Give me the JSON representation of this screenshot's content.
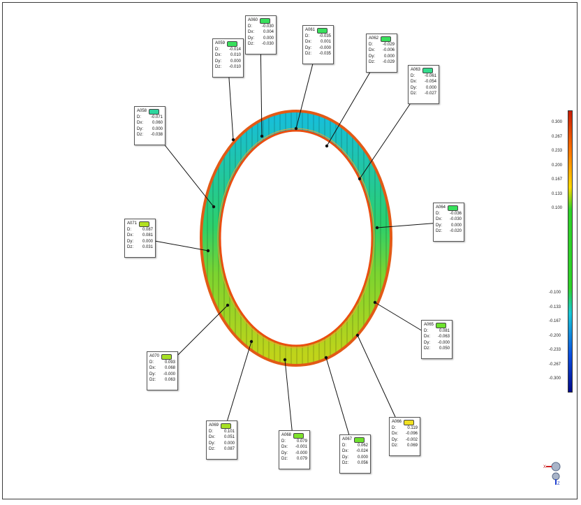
{
  "scale": {
    "positive_ticks": [
      "0.300",
      "0.267",
      "0.233",
      "0.200",
      "0.167",
      "0.133",
      "0.100"
    ],
    "negative_ticks": [
      "-0.100",
      "-0.133",
      "-0.167",
      "-0.200",
      "-0.233",
      "-0.267",
      "-0.300"
    ],
    "colors": {
      "red": "#c81c08",
      "orange": "#ff7a00",
      "yellow": "#ffd800",
      "green": "#2fd22a",
      "cyan": "#18c8d8",
      "blue": "#0a4ee0",
      "navy": "#040a8a"
    }
  },
  "labels": {
    "d": "D:",
    "dx": "Dx:",
    "dy": "Dy:",
    "dz": "Dz:"
  },
  "callouts": [
    {
      "id": "A058",
      "color": "#2ed69e",
      "d": "-0.071",
      "dx": "0.060",
      "dy": "0.000",
      "dz": "-0.038"
    },
    {
      "id": "A059",
      "color": "#38e05c",
      "d": "-0.014",
      "dx": "0.010",
      "dy": "0.000",
      "dz": "-0.010"
    },
    {
      "id": "A060",
      "color": "#38e05c",
      "d": "-0.030",
      "dx": "0.004",
      "dy": "0.000",
      "dz": "-0.030"
    },
    {
      "id": "A061",
      "color": "#38e05c",
      "d": "-0.035",
      "dx": "0.001",
      "dy": "-0.000",
      "dz": "-0.035"
    },
    {
      "id": "A062",
      "color": "#38e05c",
      "d": "-0.029",
      "dx": "-0.006",
      "dy": "0.000",
      "dz": "-0.029"
    },
    {
      "id": "A063",
      "color": "#34db8c",
      "d": "-0.061",
      "dx": "-0.054",
      "dy": "0.000",
      "dz": "-0.027"
    },
    {
      "id": "A064",
      "color": "#38e05c",
      "d": "-0.036",
      "dx": "-0.030",
      "dy": "0.000",
      "dz": "-0.020"
    },
    {
      "id": "A065",
      "color": "#6ee22e",
      "d": "0.081",
      "dx": "-0.063",
      "dy": "-0.000",
      "dz": "0.050"
    },
    {
      "id": "A066",
      "color": "#f0e020",
      "d": "0.119",
      "dx": "-0.096",
      "dy": "-0.002",
      "dz": "0.069"
    },
    {
      "id": "A067",
      "color": "#6ee22e",
      "d": "0.062",
      "dx": "-0.024",
      "dy": "0.000",
      "dz": "0.056"
    },
    {
      "id": "A068",
      "color": "#7ee22c",
      "d": "0.079",
      "dx": "-0.001",
      "dy": "-0.000",
      "dz": "0.079"
    },
    {
      "id": "A069",
      "color": "#a6e024",
      "d": "0.101",
      "dx": "0.051",
      "dy": "0.000",
      "dz": "0.087"
    },
    {
      "id": "A070",
      "color": "#a6e024",
      "d": "0.093",
      "dx": "0.068",
      "dy": "-0.000",
      "dz": "0.063"
    },
    {
      "id": "A071",
      "color": "#b2e020",
      "d": "0.087",
      "dx": "0.081",
      "dy": "0.000",
      "dz": "0.031"
    }
  ],
  "triad": {
    "x": "X",
    "z": "Z"
  }
}
